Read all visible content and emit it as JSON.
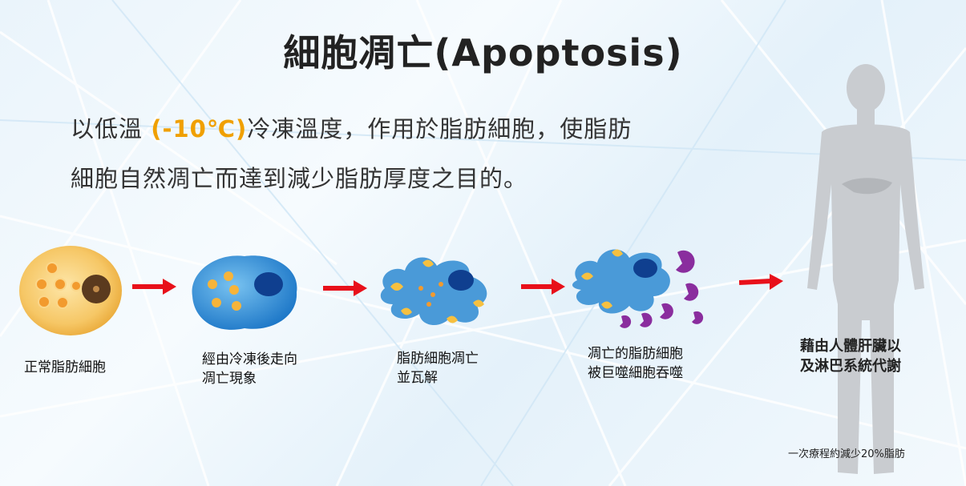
{
  "title": "細胞凋亡(Apoptosis)",
  "intro": {
    "line1_pre": "以低溫 ",
    "line1_highlight": "(-10℃)",
    "line1_post": "冷凍溫度，作用於脂肪細胞，使脂肪",
    "line2": "細胞自然凋亡而達到減少脂肪厚度之目的。"
  },
  "stages": [
    {
      "line1": "正常脂肪細胞",
      "line2": ""
    },
    {
      "line1": "經由冷凍後走向",
      "line2": "凋亡現象"
    },
    {
      "line1": "脂肪細胞凋亡",
      "line2": "並瓦解"
    },
    {
      "line1": "凋亡的脂肪細胞",
      "line2": "被巨噬細胞吞噬"
    }
  ],
  "final": {
    "line1": "藉由人體肝臟以",
    "line2": "及淋巴系統代謝"
  },
  "footnote": "一次療程約減少20%脂肪",
  "colors": {
    "arrow": "#e8101a",
    "highlight": "#f0a000",
    "cell_orange": "#f6b43a",
    "cell_blue": "#1a6fc4",
    "macrophage": "#8a2d9e",
    "silhouette": "#c9ccd0"
  },
  "icons": [
    "arrow-right-icon",
    "human-silhouette-icon"
  ]
}
